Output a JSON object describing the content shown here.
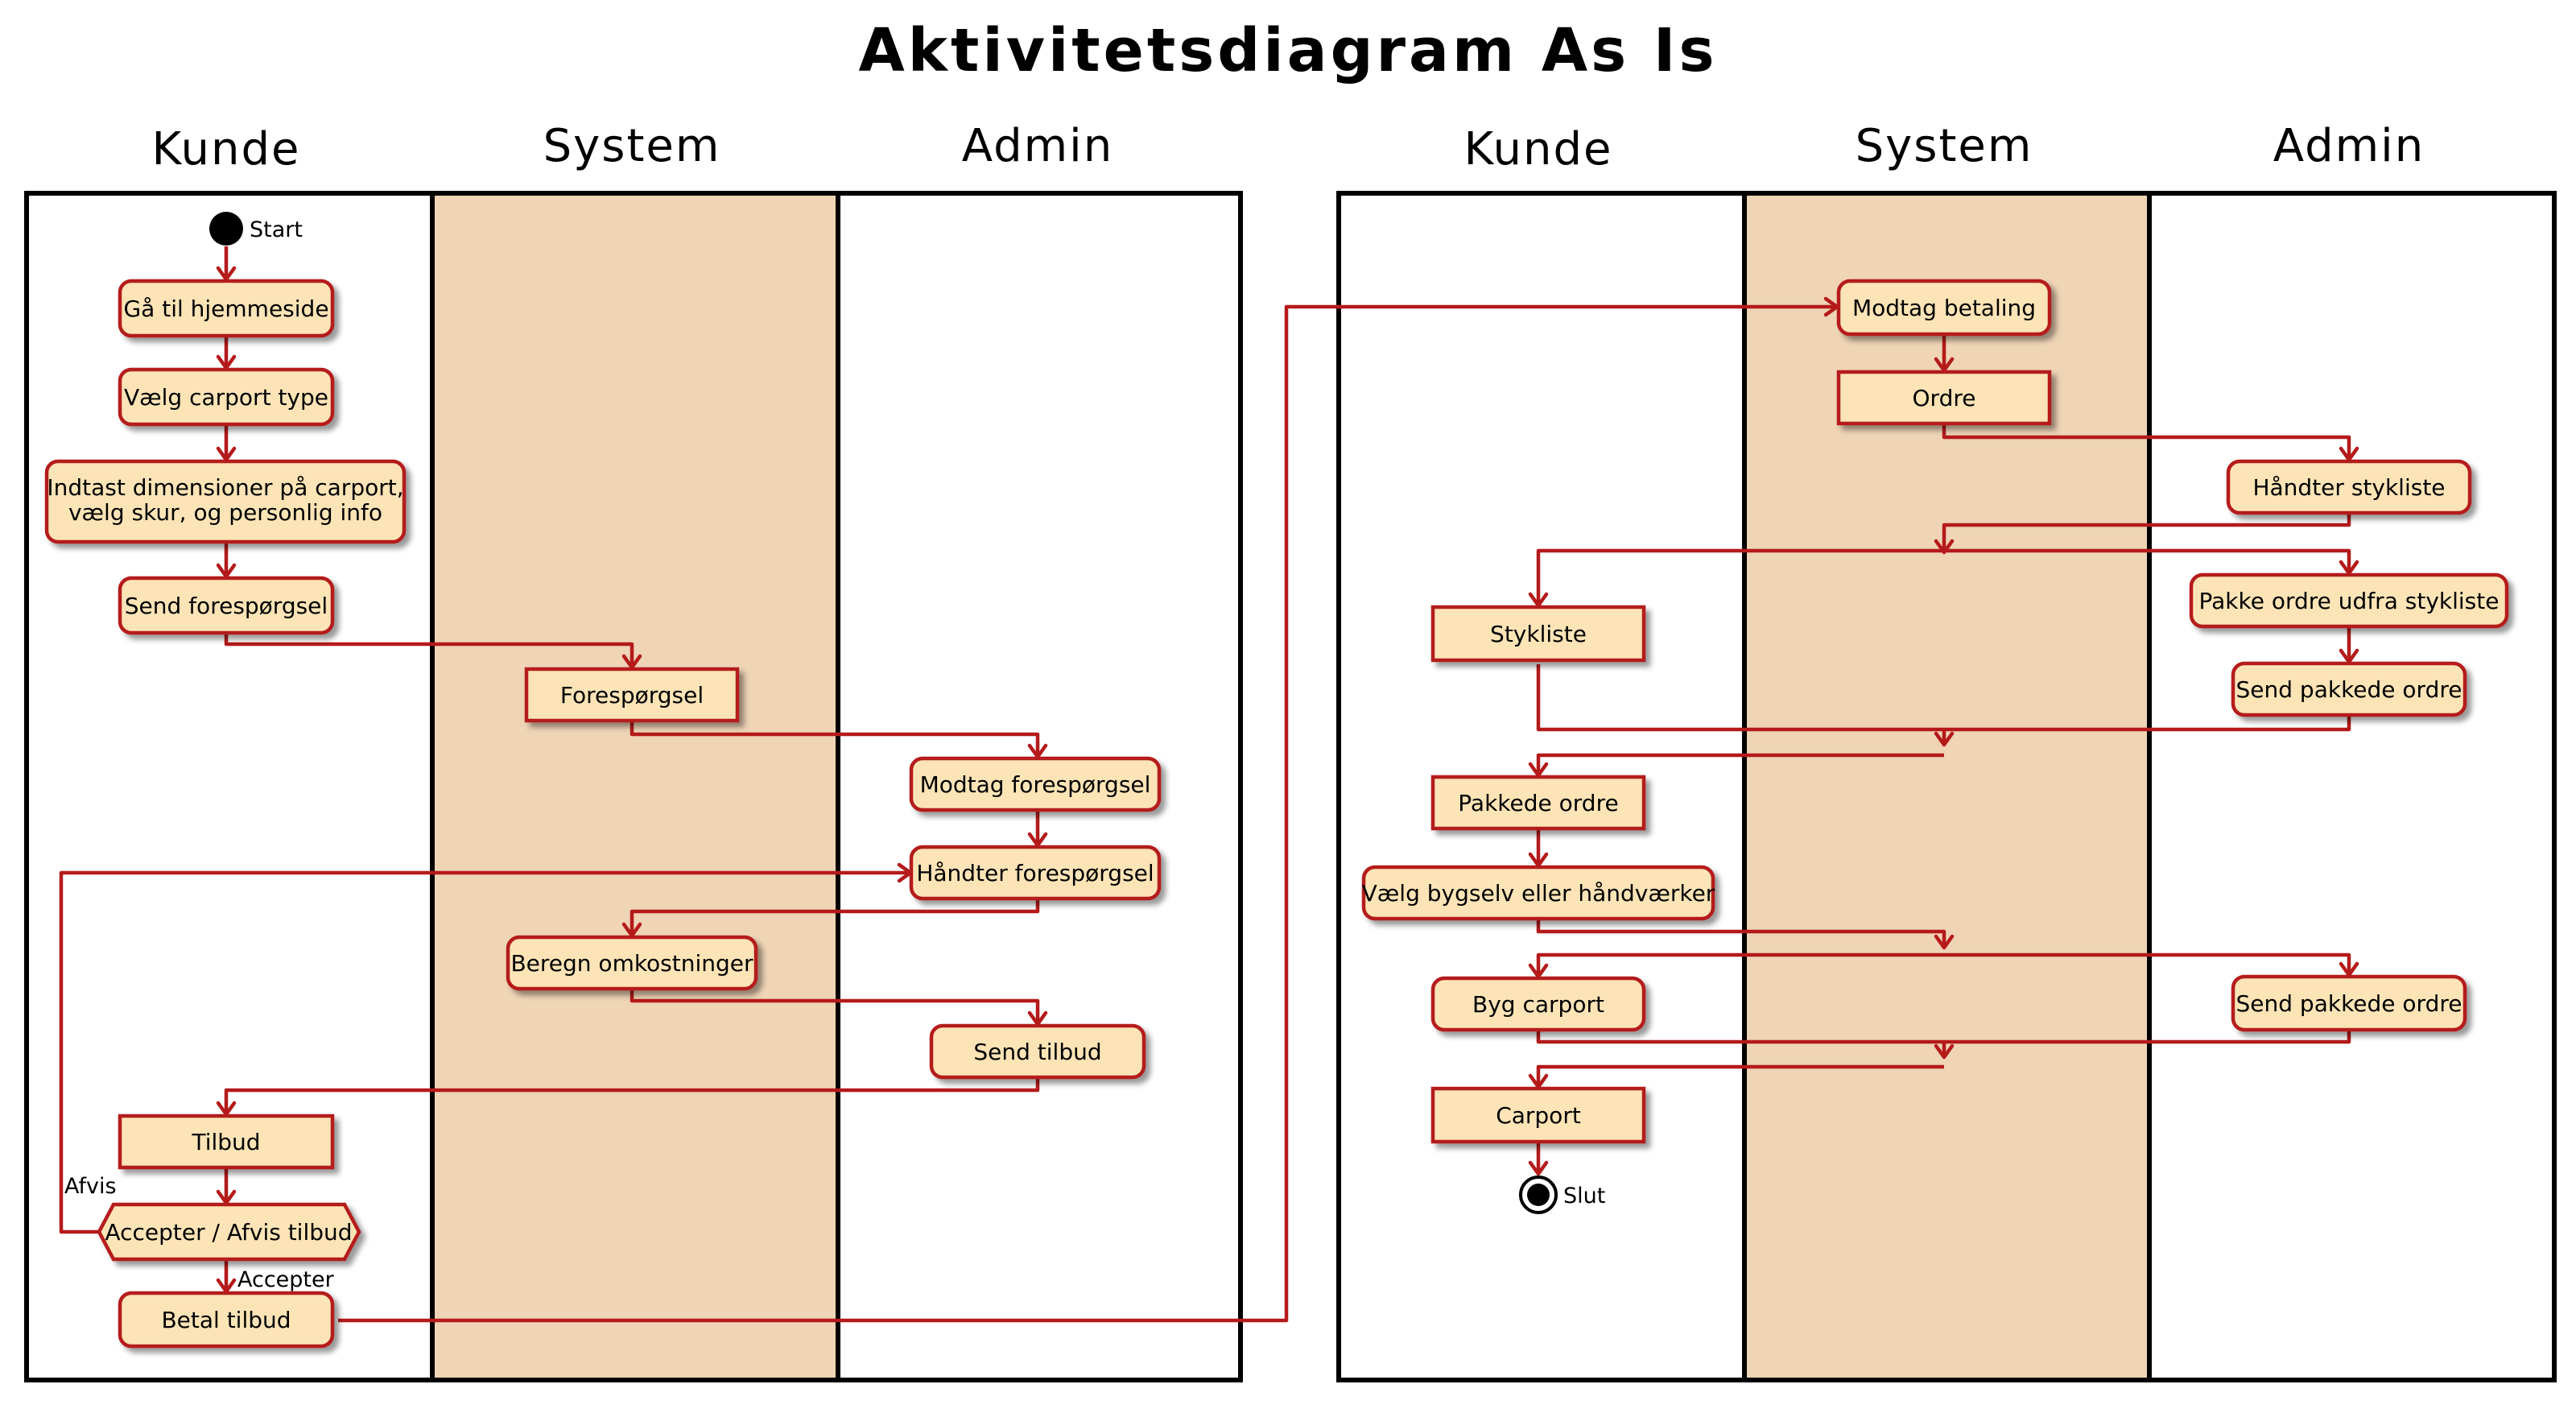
{
  "title": "Aktivitetsdiagram As Is",
  "lanes": [
    "Kunde",
    "System",
    "Admin",
    "Kunde",
    "System",
    "Admin"
  ],
  "colors": {
    "node_fill": "#fce4b6",
    "node_border": "#b51a1a",
    "arrow": "#b51a1a",
    "system_lane": "#efd4b6",
    "lane_border": "#000000"
  },
  "start_label": "Start",
  "end_label": "Slut",
  "activities": {
    "ga_til_hjemmeside": "Gå til hjemmeside",
    "vaelg_carport_type": "Vælg carport type",
    "indtast_1": "Indtast dimensioner på carport,",
    "indtast_2": "vælg skur, og personlig info",
    "send_forespoergsel": "Send forespørgsel",
    "modtag_forespoergsel": "Modtag forespørgsel",
    "haandter_forespoergsel": "Håndter forespørgsel",
    "beregn_omkostninger": "Beregn omkostninger",
    "send_tilbud": "Send tilbud",
    "betal_tilbud": "Betal tilbud",
    "modtag_betaling": "Modtag betaling",
    "haandter_stykliste": "Håndter stykliste",
    "pakke_ordre": "Pakke ordre udfra stykliste",
    "send_pakkede_ordre_1": "Send pakkede ordre",
    "vaelg_bygselv": "Vælg bygselv eller håndværker",
    "byg_carport": "Byg carport",
    "send_pakkede_ordre_2": "Send pakkede ordre"
  },
  "objects": {
    "forespoergsel": "Forespørgsel",
    "tilbud": "Tilbud",
    "ordre": "Ordre",
    "stykliste": "Stykliste",
    "pakkede_ordre": "Pakkede ordre",
    "carport": "Carport"
  },
  "decision": {
    "label": "Accepter / Afvis tilbud",
    "reject_label": "Afvis",
    "accept_label": "Accepter"
  }
}
